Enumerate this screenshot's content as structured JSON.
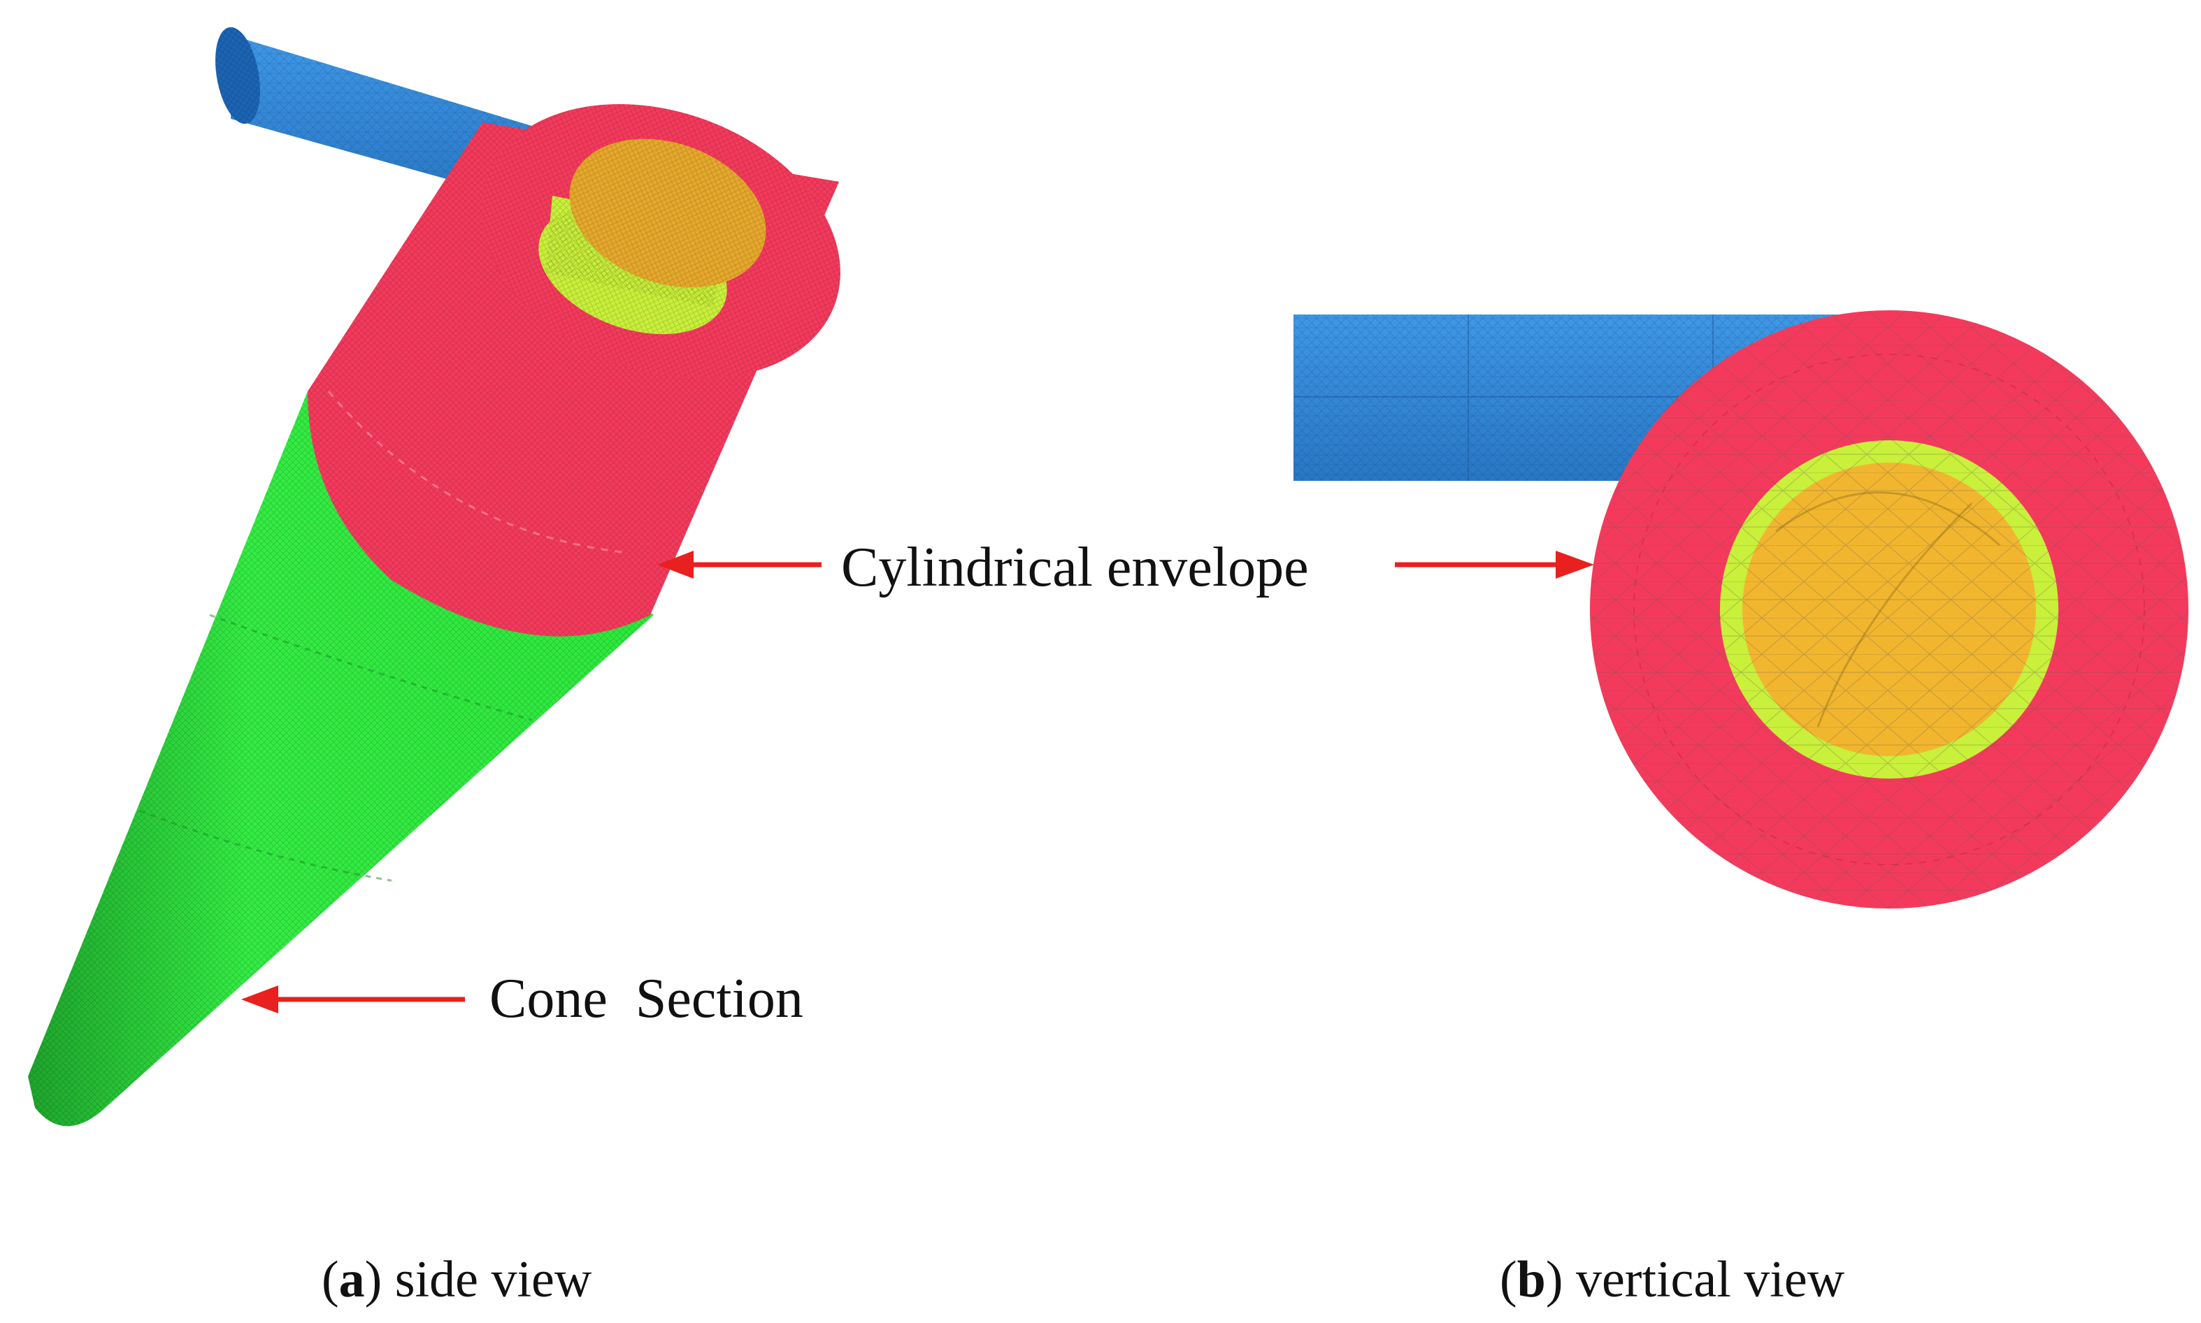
{
  "callouts": {
    "cylindrical_envelope": "Cylindrical envelope",
    "cone_section": "Cone  Section"
  },
  "captions": {
    "a": {
      "open": "(",
      "letter": "a",
      "rest": ") side view"
    },
    "b": {
      "open": "(",
      "letter": "b",
      "rest": ") vertical view"
    }
  },
  "colors": {
    "inlet_pipe": "#2f86d6",
    "cylinder": "#f43a5c",
    "cone": "#2ee83d",
    "vortex_finder": "#c9f03a",
    "outlet": "#f2b62e",
    "arrow": "#e8201e"
  }
}
